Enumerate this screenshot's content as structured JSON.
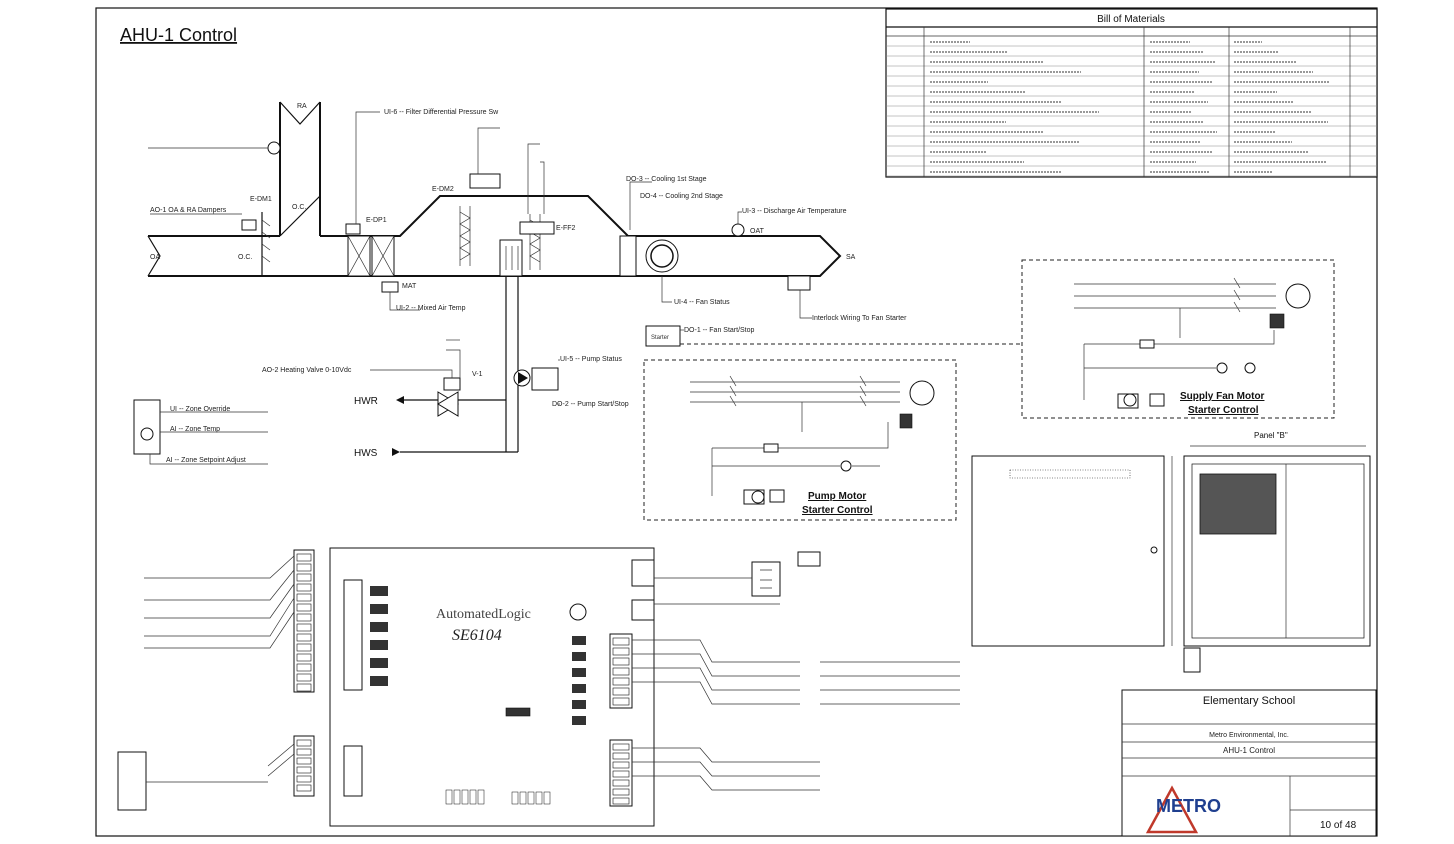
{
  "drawing": {
    "title": "AHU-1 Control"
  },
  "bom": {
    "title": "Bill of Materials"
  },
  "airflow": {
    "return_air": "RA",
    "outside_air": "OA",
    "supply_air": "SA",
    "oac": "O.C.",
    "mat_tag": "MAT",
    "oat_tag": "OAT",
    "damper_tag": "E-DM1",
    "damper2_tag": "E-DM2",
    "damper3_tag": "E-DP1",
    "valve_tag": "E-FF2",
    "mixed_air_label": "UI-2 -- Mixed Air Temp",
    "filter_label": "UI-6 -- Filter Differential Pressure Sw",
    "oa_damper_label": "AO-1 OA & RA Dampers",
    "fan_label": "UI-4 -- Fan Status",
    "fan_start_label": "DO-1 -- Fan Start/Stop",
    "discharge_label": "UI-3 -- Discharge Air Temperature",
    "cooling1_label": "DO-3 -- Cooling 1st Stage",
    "cooling2_label": "DO-4 -- Cooling 2nd Stage",
    "interlock_label": "Interlock Wiring To Fan Starter",
    "starter_label": "Starter",
    "hw_valve_label": "AO-2 Heating Valve 0-10Vdc",
    "pump_status_label": "UI-5 -- Pump Status",
    "pump_start_label": "DO-2 -- Pump Start/Stop",
    "hwr": "HWR",
    "hws": "HWS",
    "valve_id": "V-1",
    "space_sensor": {
      "temp": "UI -- Zone Override",
      "setpoint": "AI -- Zone Temp",
      "adjust": "AI -- Zone Setpoint Adjust"
    }
  },
  "pump_starter": {
    "title_line1": "Pump Motor",
    "title_line2": "Starter Control"
  },
  "fan_starter": {
    "title_line1": "Supply Fan Motor",
    "title_line2": "Starter Control"
  },
  "panel": {
    "label": "Panel \"B\""
  },
  "controller": {
    "brand": "AutomatedLogic",
    "model": "SE6104"
  },
  "title_block": {
    "project": "Elementary School",
    "company": "Metro Environmental, Inc.",
    "sheet_name": "AHU-1 Control",
    "logo": "METRO",
    "sheet_number": "10 of 48"
  }
}
